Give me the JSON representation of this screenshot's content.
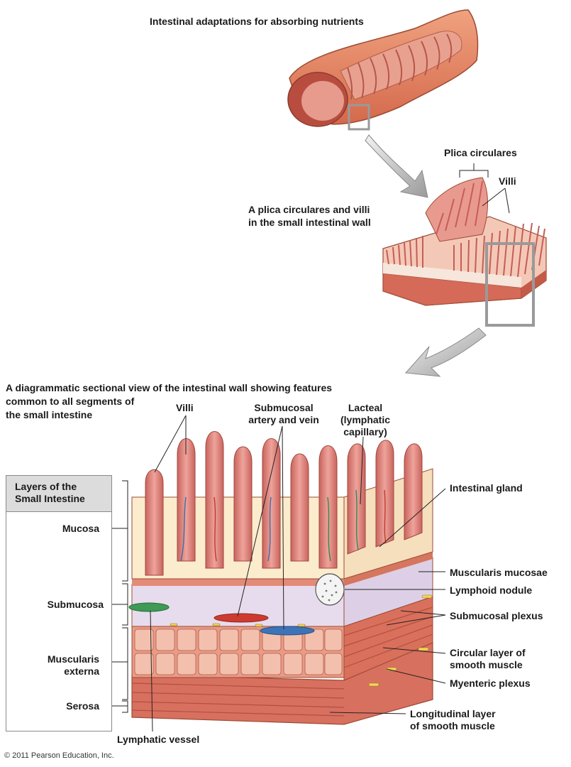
{
  "titles": {
    "top": "Intestinal adaptations for absorbing nutrients",
    "middle_line1": "A plica circulares and villi",
    "middle_line2": "in the small intestinal wall",
    "bottom_line1": "A diagrammatic sectional view of the intestinal wall showing features",
    "bottom_line2": "common to all segments of",
    "bottom_line3": "the small intestine"
  },
  "plica_labels": {
    "plica": "Plica circulares",
    "villi": "Villi"
  },
  "section_labels": {
    "villi": "Villi",
    "submucosal_line1": "Submucosal",
    "submucosal_line2": "artery and vein",
    "lacteal_line1": "Lacteal",
    "lacteal_line2": "(lymphatic",
    "lacteal_line3": "capillary)",
    "intestinal_gland": "Intestinal gland",
    "muscularis_mucosae": "Muscularis mucosae",
    "lymphoid_nodule": "Lymphoid nodule",
    "submucosal_plexus": "Submucosal plexus",
    "circular_line1": "Circular layer of",
    "circular_line2": "smooth muscle",
    "myenteric_plexus": "Myenteric plexus",
    "longitudinal_line1": "Longitudinal layer",
    "longitudinal_line2": "of smooth muscle",
    "lymphatic_vessel": "Lymphatic vessel"
  },
  "layers_panel": {
    "title_line1": "Layers of the",
    "title_line2": "Small Intestine",
    "mucosa": "Mucosa",
    "submucosa": "Submucosa",
    "muscularis_line1": "Muscularis",
    "muscularis_line2": "externa",
    "serosa": "Serosa"
  },
  "copyright": "© 2011 Pearson Education, Inc."
}
